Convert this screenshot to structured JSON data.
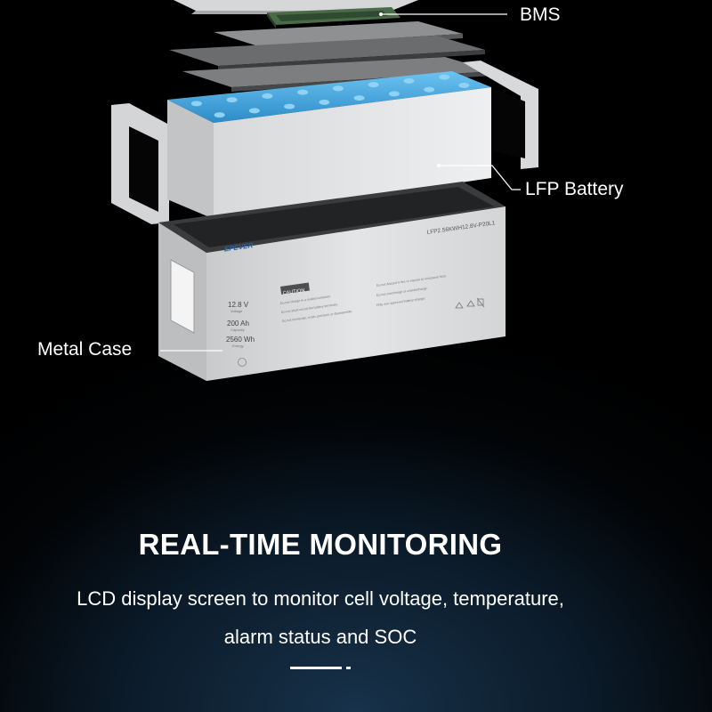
{
  "callouts": {
    "bms": "BMS",
    "lfp_battery": "LFP Battery",
    "metal_case": "Metal Case"
  },
  "product_label": {
    "brand": "EPEVER",
    "model": "LFP2.56KWH12.8V-P20L1",
    "caution_title": "CAUTION",
    "voltage_value": "12.8 V",
    "voltage_caption": "Voltage",
    "capacity_value": "200 Ah",
    "capacity_caption": "Capacity",
    "energy_value": "2560 Wh",
    "energy_caption": "Energy",
    "caution_lines_left": [
      "Do not charge in a sealed container.",
      "Do not short-circuit the battery terminals.",
      "Do not incinerate, crush, puncture or disassemble."
    ],
    "caution_lines_right": [
      "Do not discard in fire or expose to excessive heat.",
      "Do not overcharge or overdischarge.",
      "Only use approved battery charger."
    ]
  },
  "headline": "REAL-TIME MONITORING",
  "subtext_line1": "LCD display screen to monitor cell voltage, temperature,",
  "subtext_line2": "alarm status and SOC",
  "colors": {
    "background": "#000000",
    "cell_blue": "#3a9fd8",
    "case_gray": "#d9dadb",
    "text": "#ffffff"
  }
}
